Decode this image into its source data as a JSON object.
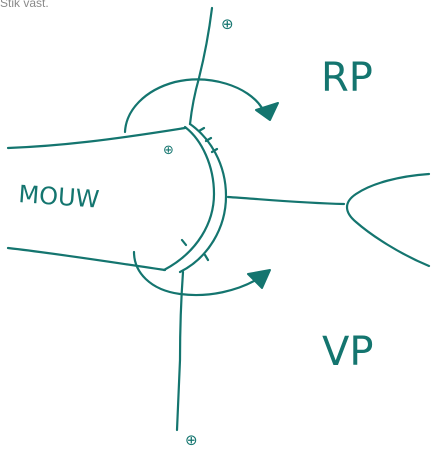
{
  "header": {
    "crop_text": "Stik vast."
  },
  "labels": {
    "left_body": "MOUW",
    "top_right": "RP",
    "bottom_right": "VP"
  },
  "signs": {
    "top_plus": "⊕",
    "bottom_plus": "⊕",
    "joint_plus": "⊕"
  },
  "colors": {
    "ink": "#14756f"
  }
}
